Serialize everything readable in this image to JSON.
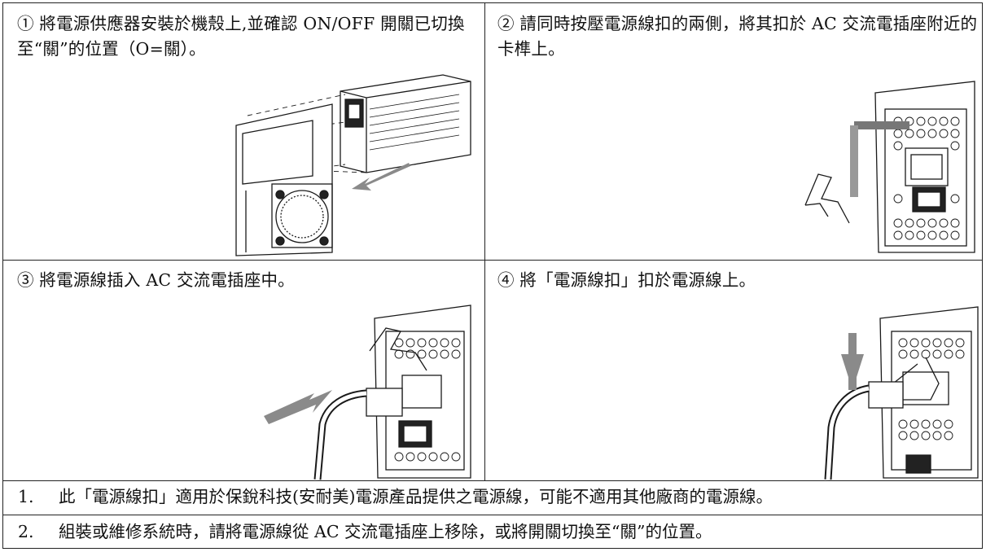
{
  "steps": [
    {
      "text": "① 將電源供應器安裝於機殼上,並確認 ON/OFF 開關已切換至“關”的位置（O=關）。"
    },
    {
      "text": "② 請同時按壓電源線扣的兩側，將其扣於 AC 交流電插座附近的卡榫上。"
    },
    {
      "text": "③ 將電源線插入 AC 交流電插座中。"
    },
    {
      "text": "④ 將「電源線扣」扣於電源線上。"
    }
  ],
  "notes": [
    {
      "num": "1.",
      "text": "此「電源線扣」適用於保銳科技(安耐美)電源產品提供之電源線，可能不適用其他廠商的電源線。"
    },
    {
      "num": "2.",
      "text": "組裝或維修系統時，請將電源線從 AC 交流電插座上移除，或將開關切換至“關”的位置。"
    }
  ],
  "colors": {
    "border": "#222222",
    "arrow": "#8a8a8a",
    "line_art": "#1a1a1a"
  }
}
